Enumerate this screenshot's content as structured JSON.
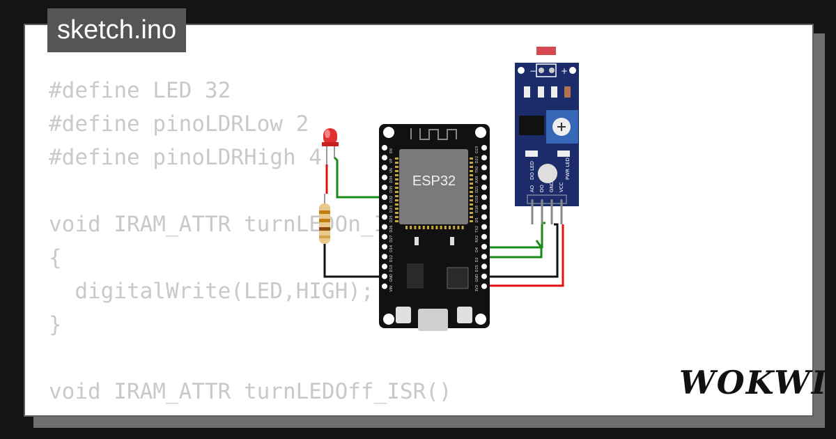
{
  "title": "sketch.ino",
  "brand": "WOKWI",
  "code_lines": [
    "#define LED 32",
    "#define pinoLDRLow 2",
    "#define pinoLDRHigh 4",
    "",
    "void IRAM_ATTR turnLEDOn_ISR()",
    "{",
    "  digitalWrite(LED,HIGH);",
    "}",
    "",
    "void IRAM_ATTR turnLEDOff_ISR()",
    "{"
  ],
  "board": {
    "label": "ESP32",
    "left_pins": [
      "EN",
      "VP",
      "VN",
      "D34",
      "D35",
      "D32",
      "D33",
      "D25",
      "D26",
      "D27",
      "D14",
      "D12",
      "D13",
      "GND",
      "VIN"
    ],
    "right_pins": [
      "D23",
      "D22",
      "TX0",
      "RX0",
      "D21",
      "D19",
      "D18",
      "D5",
      "TX2",
      "RX2",
      "D4",
      "D2",
      "D15",
      "GND",
      "3V3"
    ]
  },
  "sensor": {
    "pins": [
      "AO",
      "DO",
      "GND",
      "VCC"
    ],
    "led_labels": [
      "DO LED",
      "PWR LED"
    ],
    "minus": "−",
    "plus": "+"
  },
  "colors": {
    "wire_green": "#178a17",
    "wire_red": "#e01010",
    "wire_black": "#111111",
    "board": "#111111",
    "chip": "#7a7a7a",
    "sensor_pcb": "#1c2c6a"
  }
}
